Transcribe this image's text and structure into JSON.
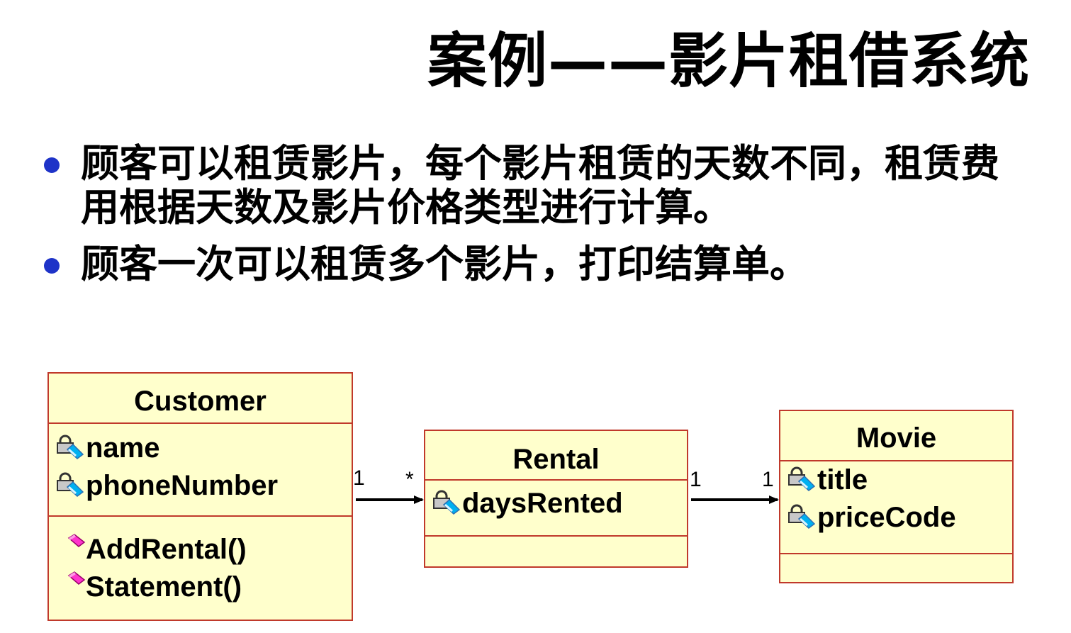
{
  "title": "案例——影片租借系统",
  "bullets": [
    "顾客可以租赁影片，每个影片租赁的天数不同，租赁费用根据天数及影片价格类型进行计算。",
    "顾客一次可以租赁多个影片，打印结算单。"
  ],
  "diagram": {
    "customer": {
      "name": "Customer",
      "attributes": [
        "name",
        "phoneNumber"
      ],
      "operations": [
        "AddRental()",
        "Statement()"
      ]
    },
    "rental": {
      "name": "Rental",
      "attributes": [
        "daysRented"
      ],
      "operations": []
    },
    "movie": {
      "name": "Movie",
      "attributes": [
        "title",
        "priceCode"
      ],
      "operations": []
    },
    "associations": [
      {
        "from": "Customer",
        "to": "Rental",
        "from_multiplicity": "1",
        "to_multiplicity": "*"
      },
      {
        "from": "Rental",
        "to": "Movie",
        "from_multiplicity": "1",
        "to_multiplicity": "1"
      }
    ]
  },
  "colors": {
    "class_fill": "#ffffcc",
    "class_border": "#c0392b",
    "bullet": "#1e33c8",
    "attribute_icon": "lock-key-icon",
    "operation_icon": "magenta-diamond-icon"
  }
}
